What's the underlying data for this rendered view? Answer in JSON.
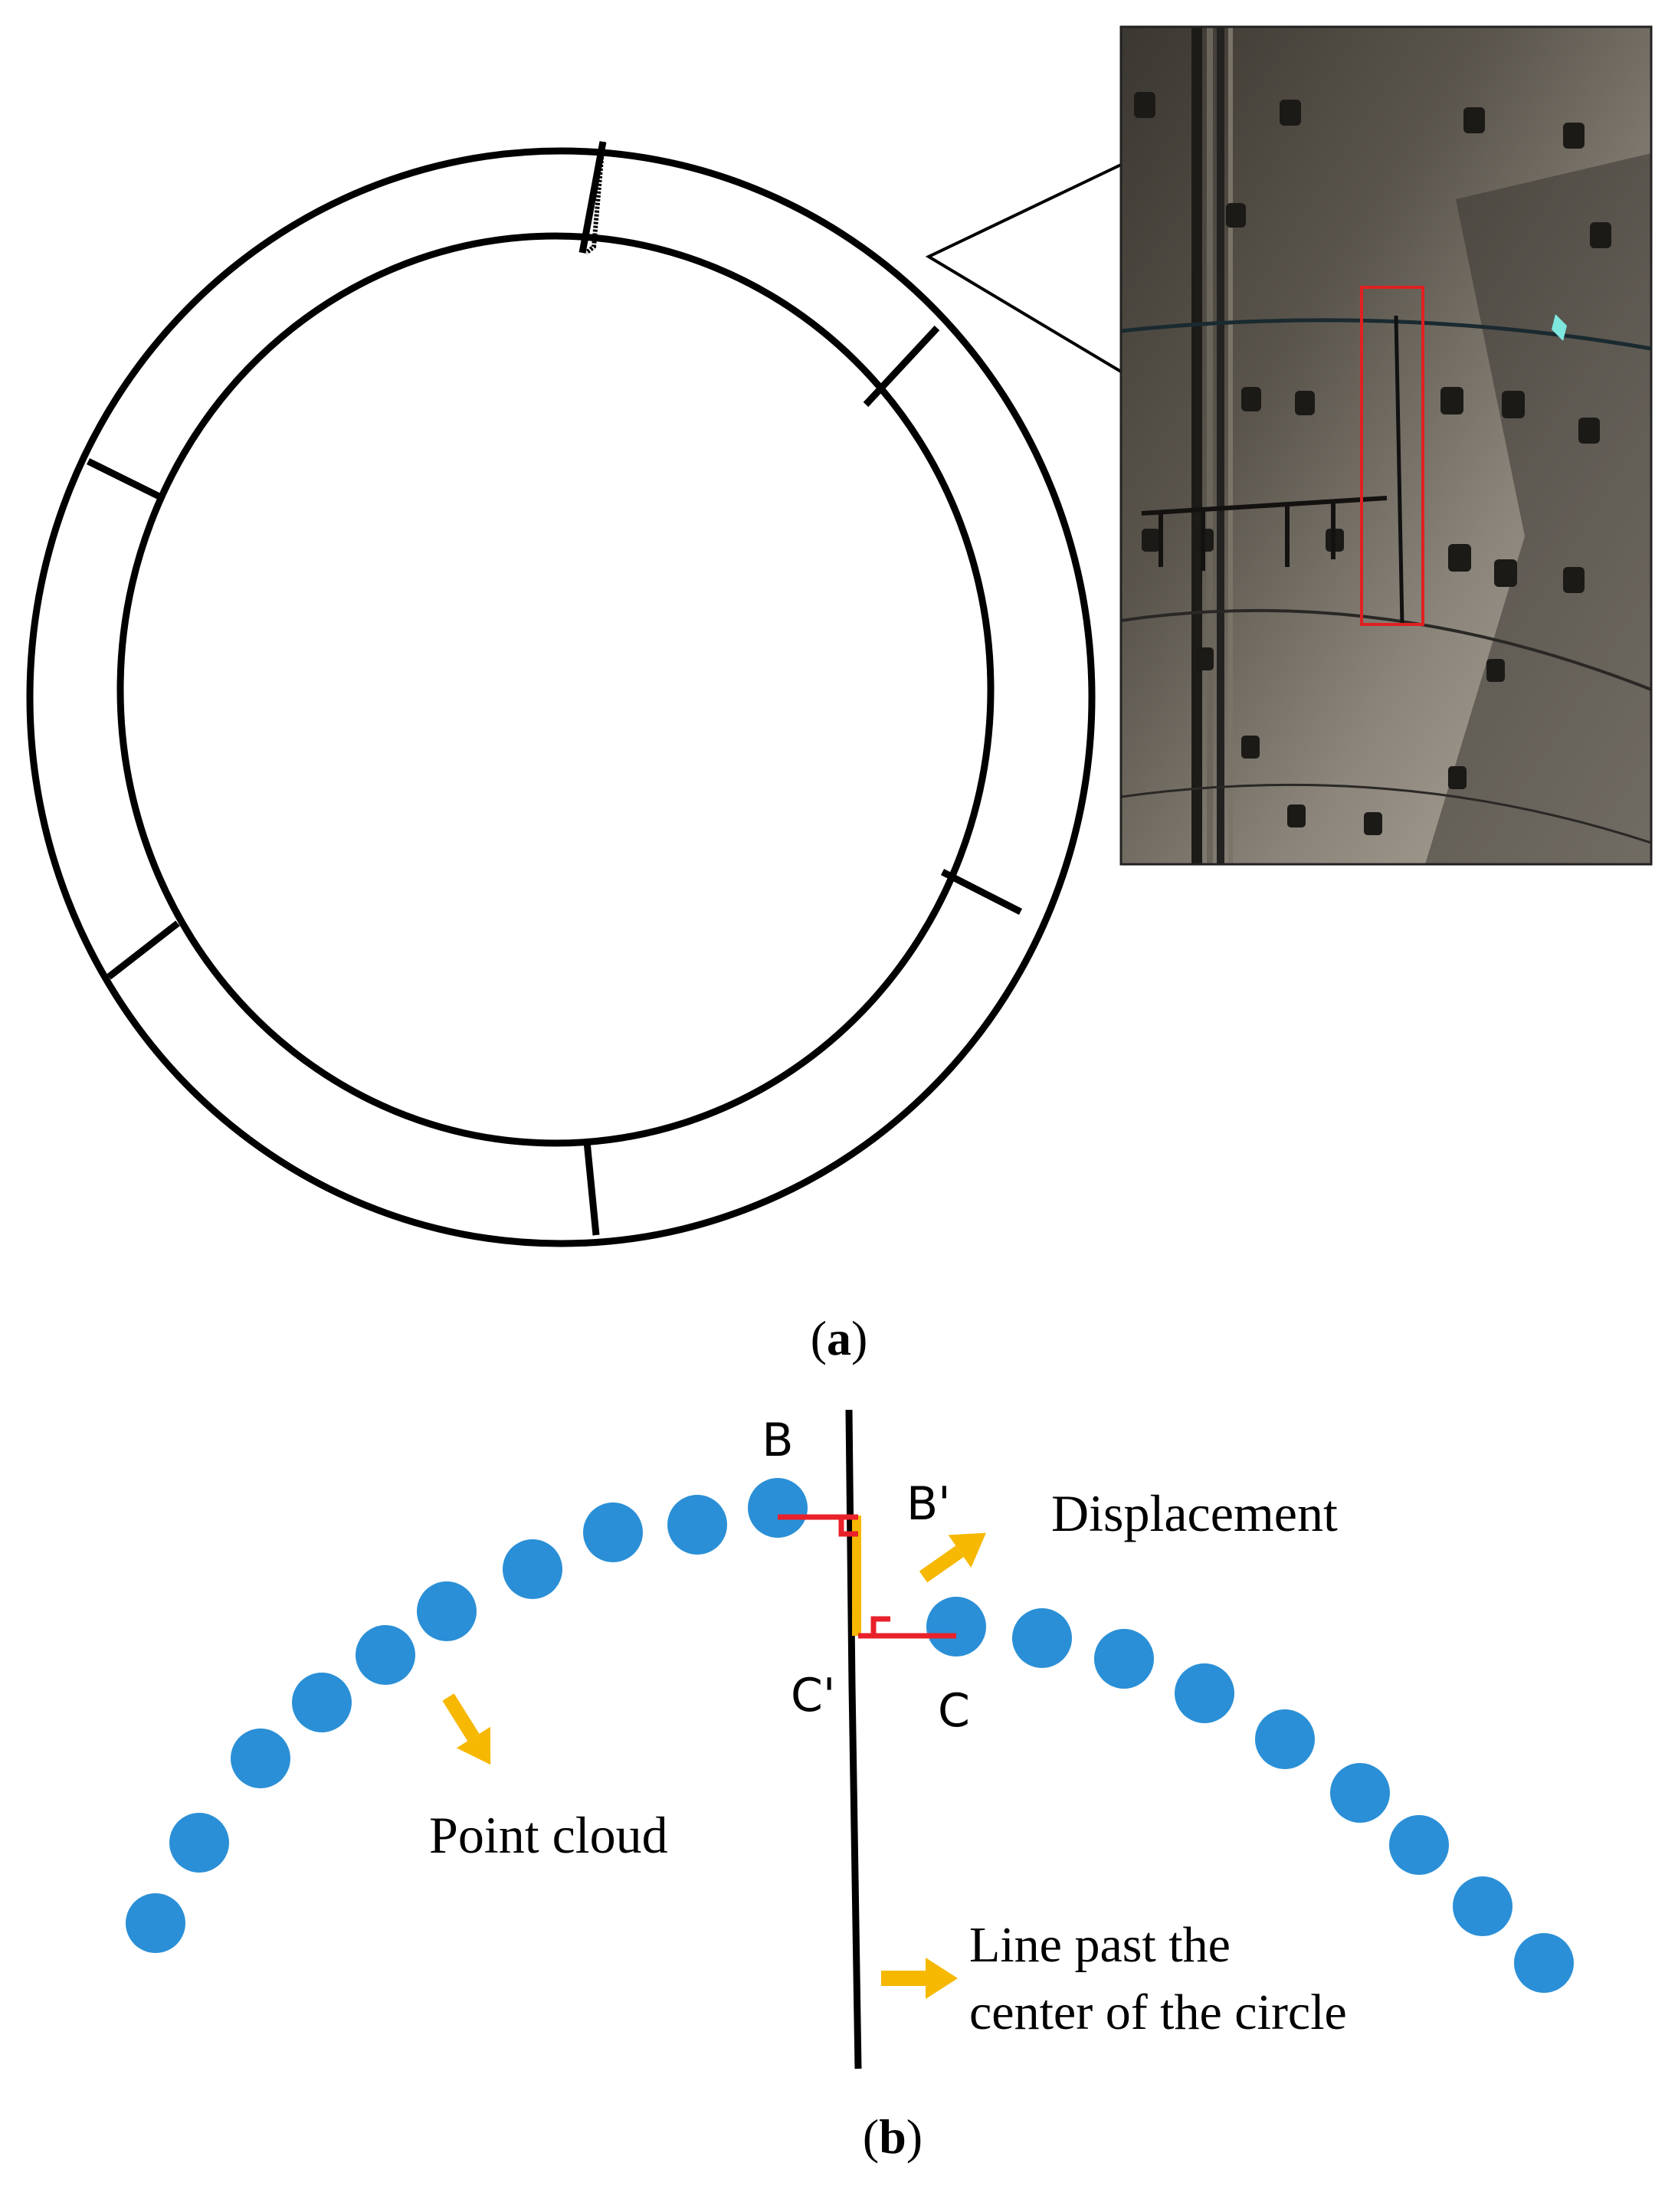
{
  "panel_a": {
    "caption_open": "(",
    "caption_letter": "a",
    "caption_close": ")"
  },
  "panel_b": {
    "caption_open": "(",
    "caption_letter": "b",
    "caption_close": ")",
    "labels": {
      "B": "B",
      "B_prime": "B'",
      "C": "C",
      "C_prime": "C'",
      "displacement": "Displacement",
      "point_cloud": "Point cloud",
      "line_past_1": "Line past the",
      "line_past_2": "center of the circle"
    }
  },
  "colors": {
    "point": "#2a8fd6",
    "arrow": "#f6b800",
    "red_marker": "#e8212a",
    "stroke": "#000000",
    "highlight_box": "#e02020",
    "photo_bg": "#4a463f"
  }
}
